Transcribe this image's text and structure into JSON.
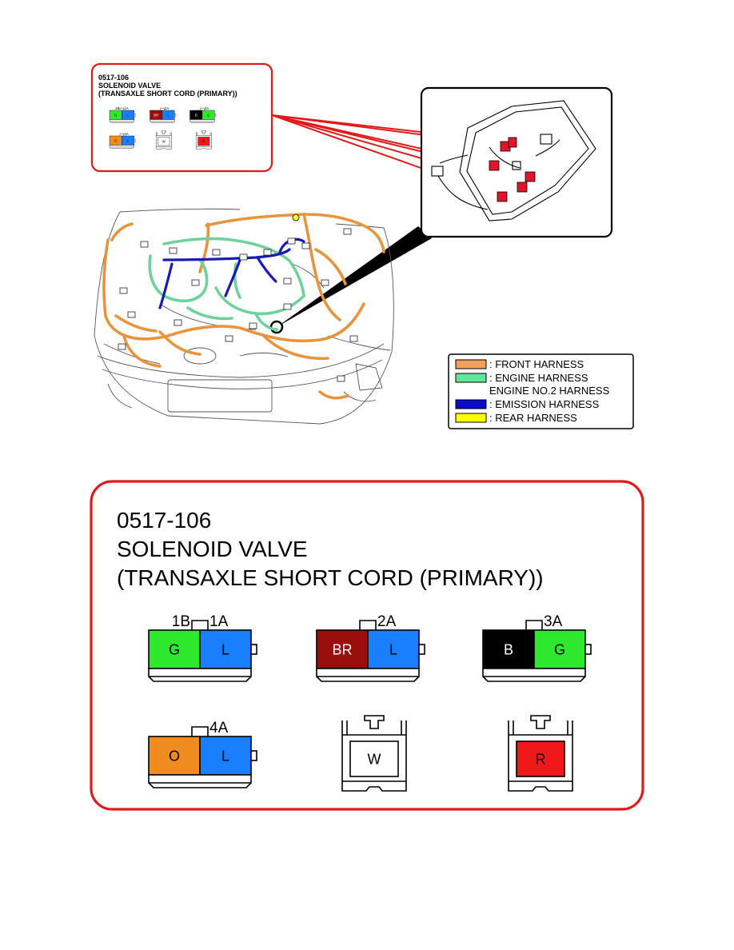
{
  "callout": {
    "code": "0517-106",
    "name_line1": "SOLENOID VALVE",
    "name_line2": "(TRANSAXLE SHORT CORD (PRIMARY))"
  },
  "connectors": [
    {
      "id": "c1",
      "terminals": [
        "1B",
        "1A"
      ],
      "wires": [
        {
          "label": "G",
          "color": "#2ee82e"
        },
        {
          "label": "L",
          "color": "#1a7fff"
        }
      ]
    },
    {
      "id": "c2",
      "terminals": [
        "2A"
      ],
      "wires": [
        {
          "label": "BR",
          "color": "#9a0e0e"
        },
        {
          "label": "L",
          "color": "#1a7fff"
        }
      ]
    },
    {
      "id": "c3",
      "terminals": [
        "3A"
      ],
      "wires": [
        {
          "label": "B",
          "color": "#000000"
        },
        {
          "label": "G",
          "color": "#2ee82e"
        }
      ]
    },
    {
      "id": "c4",
      "terminals": [
        "4A"
      ],
      "wires": [
        {
          "label": "O",
          "color": "#f08c1e"
        },
        {
          "label": "L",
          "color": "#1a7fff"
        }
      ]
    },
    {
      "id": "c5",
      "terminals": [],
      "wires": [
        {
          "label": "W",
          "color": "#ffffff"
        }
      ]
    },
    {
      "id": "c6",
      "terminals": [],
      "wires": [
        {
          "label": "R",
          "color": "#f01818"
        }
      ]
    }
  ],
  "legend": [
    {
      "color": "#f5a05a",
      "lines": [
        ": FRONT HARNESS"
      ]
    },
    {
      "color": "#5ee89a",
      "lines": [
        ": ENGINE HARNESS",
        "ENGINE NO.2 HARNESS"
      ]
    },
    {
      "color": "#0a0ad0",
      "lines": [
        ": EMISSION HARNESS"
      ]
    },
    {
      "color": "#ffff00",
      "lines": [
        ": REAR HARNESS"
      ]
    }
  ],
  "colors": {
    "callout_border": "#e01a1a",
    "front_harness": "#e8943c",
    "engine_harness": "#6ed29a",
    "emission_harness": "#1a1ab4"
  }
}
